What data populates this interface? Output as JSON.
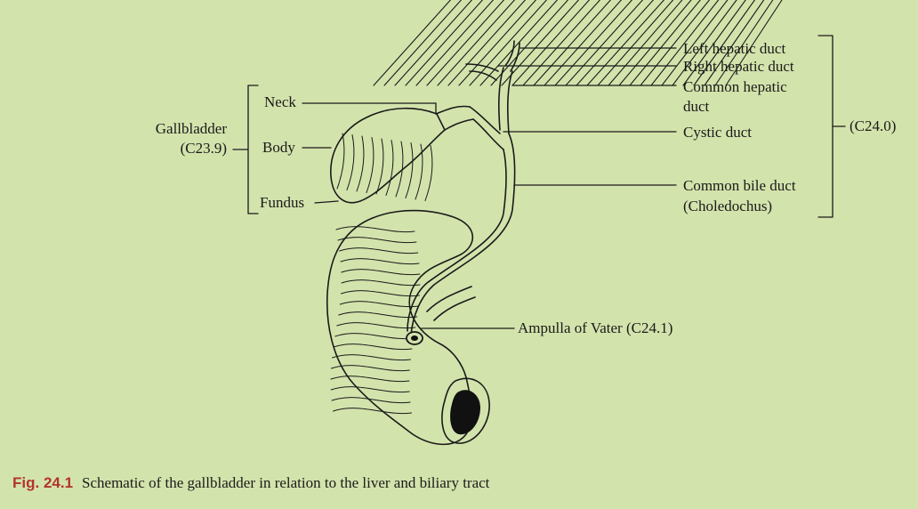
{
  "figure": {
    "number": "Fig. 24.1",
    "caption": "Schematic of the gallbladder in relation to the liver and biliary tract"
  },
  "labels": {
    "gallbladder_name": "Gallbladder",
    "gallbladder_code": "(C23.9)",
    "neck": "Neck",
    "body": "Body",
    "fundus": "Fundus",
    "left_hepatic_duct": "Left hepatic duct",
    "right_hepatic_duct": "Right hepatic duct",
    "common_hepatic_line1": "Common hepatic",
    "common_hepatic_line2": "duct",
    "cystic_duct": "Cystic duct",
    "common_bile_line1": "Common bile duct",
    "common_bile_line2": "(Choledochus)",
    "ducts_code": "(C24.0)",
    "ampulla": "Ampulla of Vater (C24.1)"
  },
  "colors": {
    "background": "#d3e3ac",
    "ink": "#1a1a1a",
    "figure_number": "#b3342b"
  }
}
